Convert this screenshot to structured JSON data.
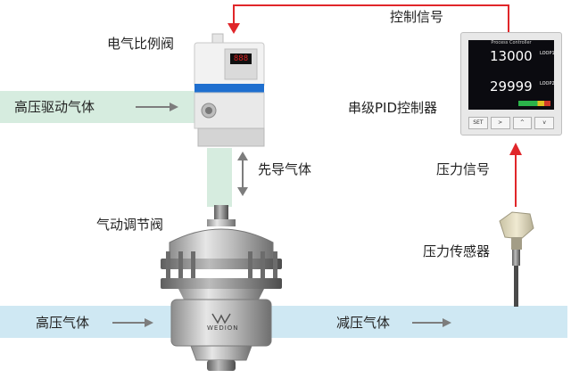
{
  "labels": {
    "control_signal": "控制信号",
    "electro_valve": "电气比例阀",
    "high_pressure_drive_gas": "高压驱动气体",
    "cascade_pid": "串级PID控制器",
    "pilot_gas": "先导气体",
    "pneumatic_valve": "气动调节阀",
    "pressure_signal": "压力信号",
    "pressure_sensor": "压力传感器",
    "high_pressure_gas": "高压气体",
    "reduced_pressure_gas": "减压气体"
  },
  "controller": {
    "title": "Process Controller",
    "value1": "13000",
    "loop1": "LOOP1",
    "value2": "29999",
    "loop2": "LOOP2",
    "keys": [
      "SET",
      ">",
      "^",
      "v"
    ]
  },
  "valve_display": "888",
  "valve_brand": "WEDION",
  "colors": {
    "signal_arrow": "#e0262a",
    "drive_band": "#d6ecdf",
    "gas_band": "#cfe8f3",
    "flow_arrow": "#7d7d7d",
    "valve_accent": "#1f6fcf"
  },
  "icons": [
    "arrow-right-icon",
    "double-arrow-vertical-icon",
    "arrow-up-icon"
  ]
}
